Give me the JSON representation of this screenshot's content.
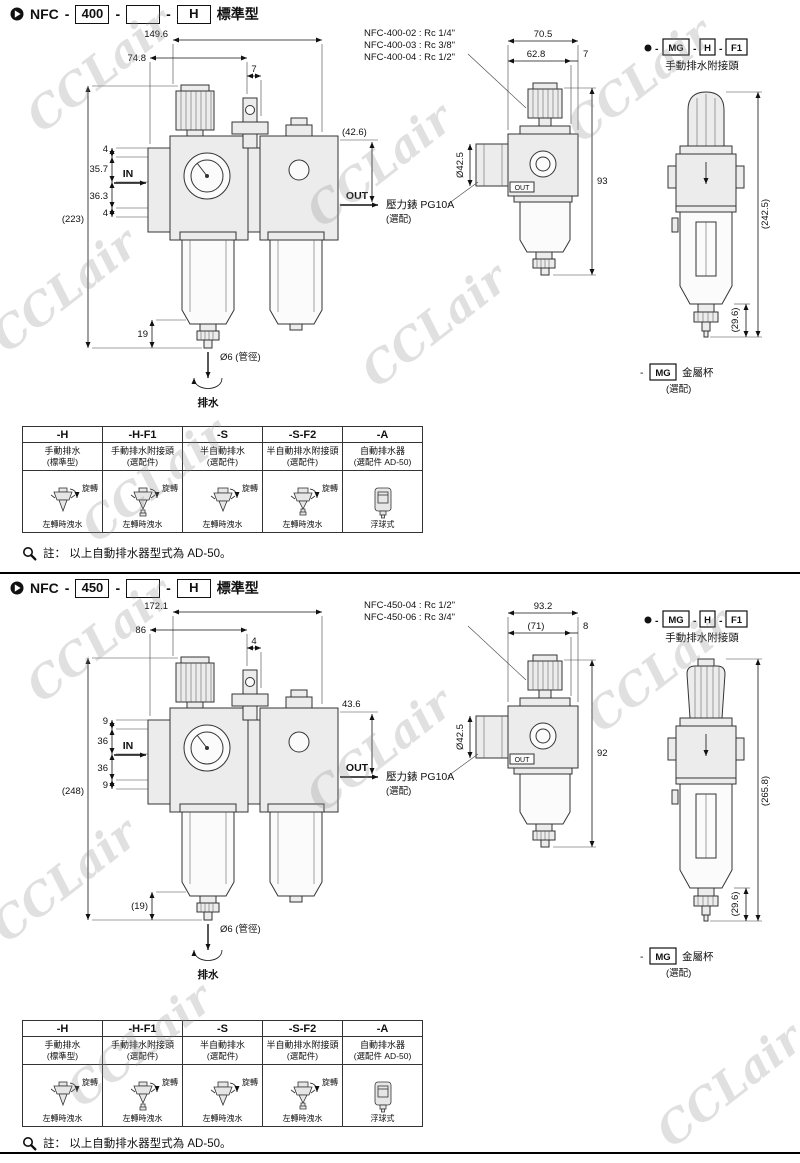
{
  "watermark": {
    "text": "CCLair"
  },
  "ui": {
    "dash": "-"
  },
  "sections": [
    {
      "model": {
        "name": "NFC",
        "size": "400",
        "blank": "",
        "option": "H",
        "type_label": "標準型"
      },
      "front_view": {
        "dim_top_total": "149.6",
        "dim_top_left": "74.8",
        "dim_top_small": "7",
        "dim_left_1": "4",
        "dim_left_2": "35.7",
        "dim_left_3": "36.3",
        "dim_left_4": "4",
        "dim_height_total": "(223)",
        "dim_drain": "19",
        "dim_out_offset": "(42.6)",
        "in_label": "IN",
        "out_label": "OUT",
        "drain_pipe_label": "Ø6 (管徑)",
        "drain_label": "排水"
      },
      "side_view": {
        "port_note_1": "NFC-400-02 : Rc 1/4\"",
        "port_note_2": "NFC-400-03 : Rc 3/8\"",
        "port_note_3": "NFC-400-04 : Rc 1/2\"",
        "dim_top_total": "70.5",
        "dim_top_left": "62.8",
        "dim_top_small": "7",
        "dim_height": "93",
        "gauge_dia": "Ø42.5",
        "gauge_label": "壓力錶 PG10A",
        "gauge_note": "(選配)",
        "out_label": "OUT"
      },
      "unit_view": {
        "code_mg": "MG",
        "code_h": "H",
        "code_f1": "F1",
        "subtitle": "手動排水附接頭",
        "dim_height": "(242.5)",
        "dim_drain": "(29.6)",
        "cup_code": "MG",
        "cup_label": "金屬杯",
        "cup_note": "(選配)"
      }
    },
    {
      "model": {
        "name": "NFC",
        "size": "450",
        "blank": "",
        "option": "H",
        "type_label": "標準型"
      },
      "front_view": {
        "dim_top_total": "172.1",
        "dim_top_left": "86",
        "dim_top_small": "4",
        "dim_left_1": "9",
        "dim_left_2": "36",
        "dim_left_3": "36",
        "dim_left_4": "9",
        "dim_height_total": "(248)",
        "dim_drain": "(19)",
        "dim_out_offset": "43.6",
        "in_label": "IN",
        "out_label": "OUT",
        "drain_pipe_label": "Ø6 (管徑)",
        "drain_label": "排水"
      },
      "side_view": {
        "port_note_1": "NFC-450-04 : Rc 1/2\"",
        "port_note_2": "NFC-450-06 : Rc 3/4\"",
        "port_note_3": "",
        "dim_top_total": "93.2",
        "dim_top_left": "(71)",
        "dim_top_small": "8",
        "dim_height": "92",
        "gauge_dia": "Ø42.5",
        "gauge_label": "壓力錶 PG10A",
        "gauge_note": "(選配)",
        "out_label": "OUT"
      },
      "unit_view": {
        "code_mg": "MG",
        "code_h": "H",
        "code_f1": "F1",
        "subtitle": "手動排水附接頭",
        "dim_height": "(265.8)",
        "dim_drain": "(29.6)",
        "cup_code": "MG",
        "cup_label": "金屬杯",
        "cup_note": "(選配)"
      }
    }
  ],
  "options_table": {
    "columns": [
      {
        "code": "-H",
        "desc1": "手動排水",
        "desc2": "(標準型)",
        "icon": "manual-drain-icon",
        "icon_label": "旋轉",
        "bottom_label": "左轉時洩水"
      },
      {
        "code": "-H-F1",
        "desc1": "手動排水附接頭",
        "desc2": "(選配件)",
        "icon": "manual-drain-fitting-icon",
        "icon_label": "旋轉",
        "bottom_label": "左轉時洩水"
      },
      {
        "code": "-S",
        "desc1": "半自動排水",
        "desc2": "(選配件)",
        "icon": "semi-auto-drain-icon",
        "icon_label": "旋轉",
        "bottom_label": "左轉時洩水"
      },
      {
        "code": "-S-F2",
        "desc1": "半自動排水附接頭",
        "desc2": "(選配件)",
        "icon": "semi-auto-drain-fitting-icon",
        "icon_label": "旋轉",
        "bottom_label": "左轉時洩水"
      },
      {
        "code": "-A",
        "desc1": "自動排水器",
        "desc2": "(選配件 AD-50)",
        "icon": "auto-drain-icon",
        "icon_label": "",
        "bottom_label": "浮球式"
      }
    ]
  },
  "footnote": {
    "text": "註： 以上自動排水器型式為 AD-50。"
  }
}
